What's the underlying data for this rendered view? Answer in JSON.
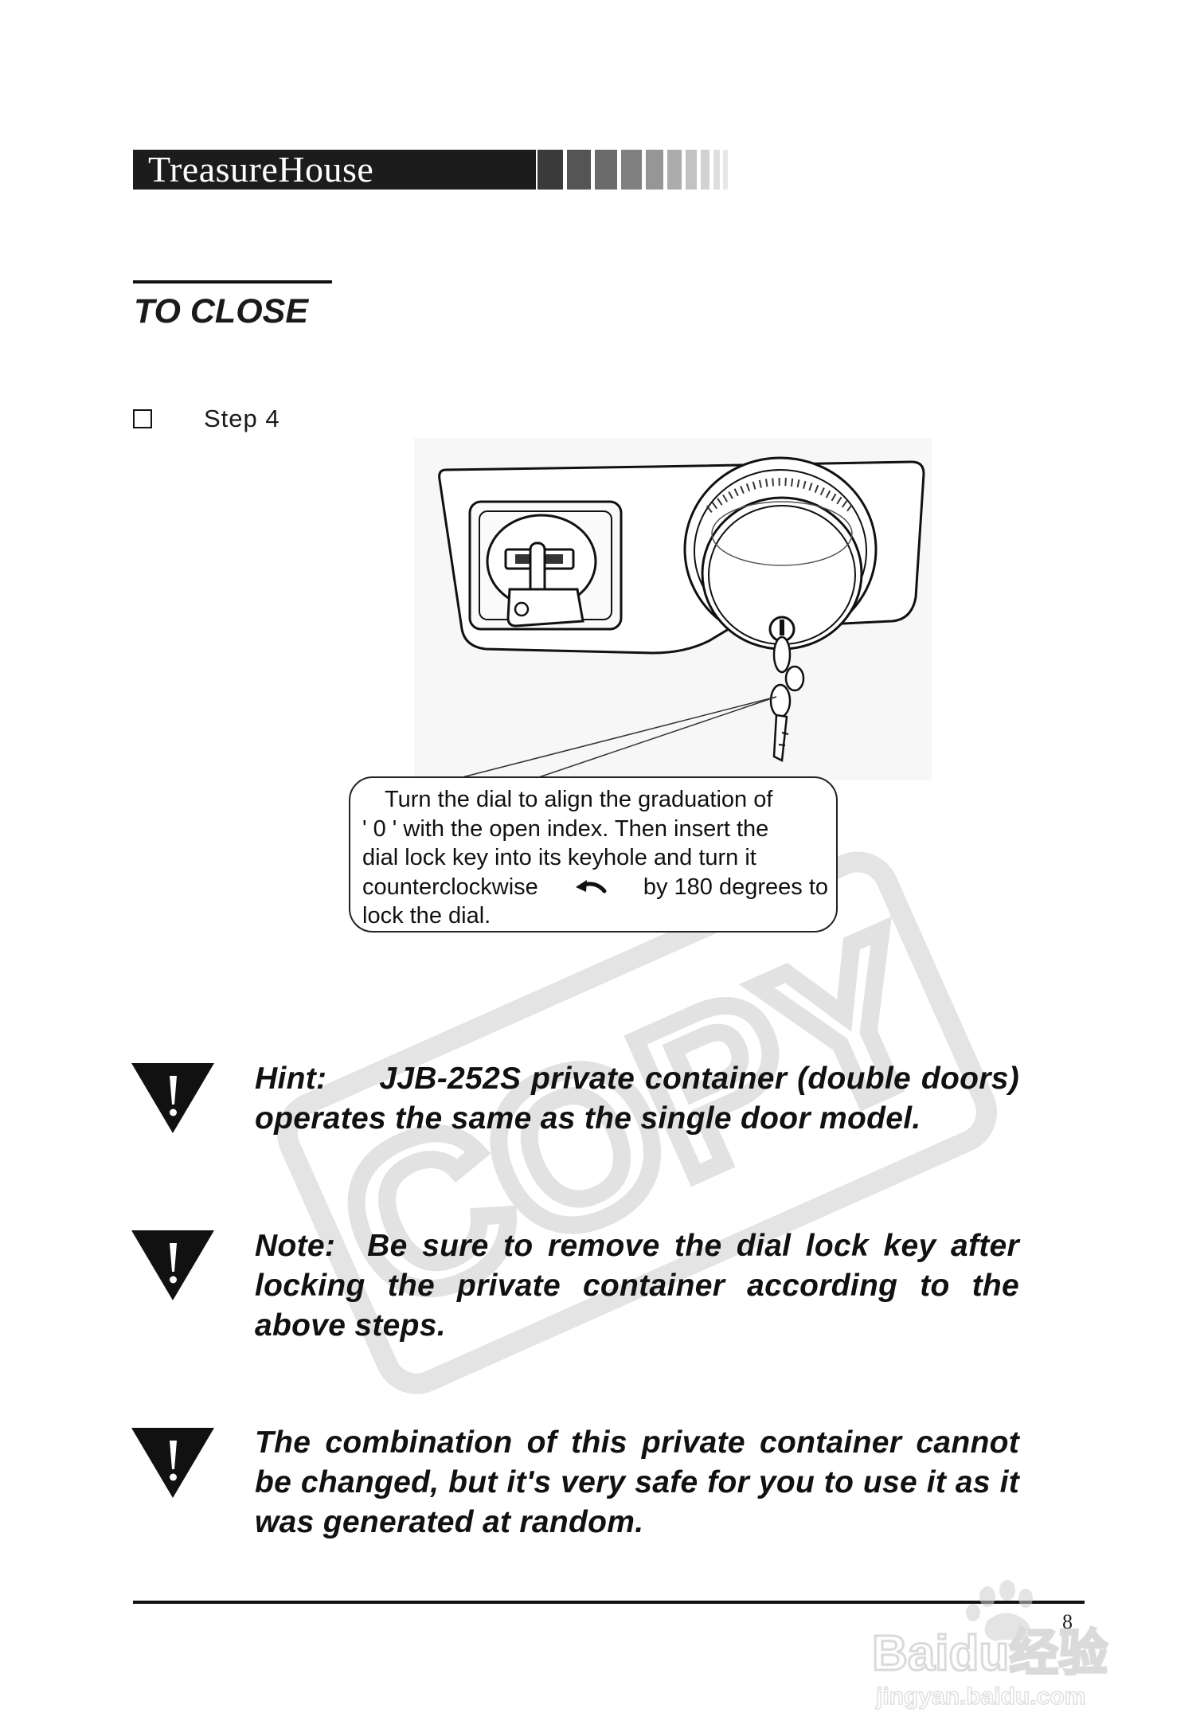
{
  "header": {
    "brand": "TreasureHouse"
  },
  "section": {
    "heading": "TO CLOSE"
  },
  "step": {
    "label": "Step 4"
  },
  "callout": {
    "line1": "Turn the dial to align the graduation of",
    "line2": "' 0 ' with the open index. Then insert the",
    "line3": "dial lock key into its keyhole and turn it",
    "line4_a": "counterclockwise",
    "line4_b": "by 180 degrees to",
    "line5": "lock the dial."
  },
  "notes": [
    {
      "label": "Hint:",
      "text": "JJB-252S private container (double doors) operates the same as the single door model."
    },
    {
      "label": "Note:",
      "text": "Be sure to remove the dial lock key after locking the private container according to the above steps."
    },
    {
      "label": "",
      "text": "The combination of this private container cannot be changed, but it's very safe for you to use it as it was generated at random."
    }
  ],
  "watermark": {
    "text": "COPY"
  },
  "footer": {
    "page_number": "8",
    "logo_text": "Baidu经验",
    "logo_url_text": "jingyan.baidu.com"
  }
}
